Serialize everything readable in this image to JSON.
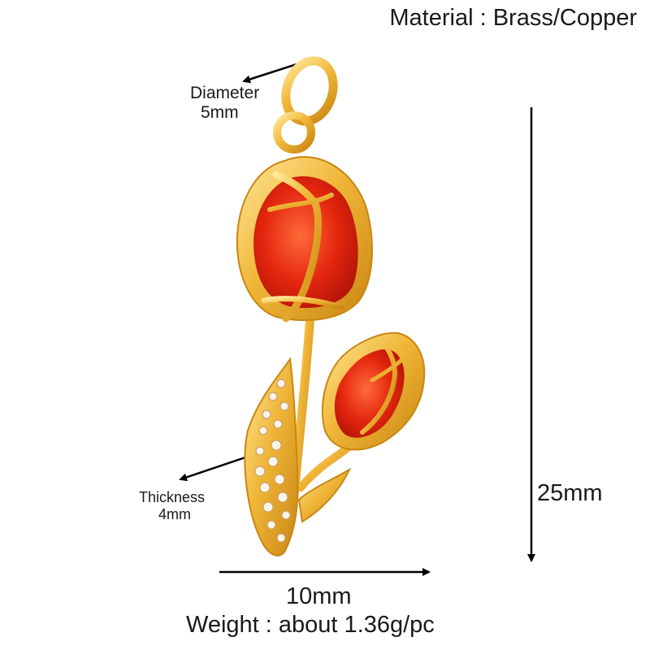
{
  "material": "Material : Brass/Copper",
  "diameter": {
    "label": "Diameter",
    "value": "5mm"
  },
  "thickness": {
    "label": "Thickness",
    "value": "4mm"
  },
  "height": "25mm",
  "width": "10mm",
  "weight": "Weight : about 1.36g/pc",
  "product": {
    "metal_color": "#e8a92a",
    "stone_color": "#d8200c",
    "pave_color": "#fbf4e8"
  }
}
